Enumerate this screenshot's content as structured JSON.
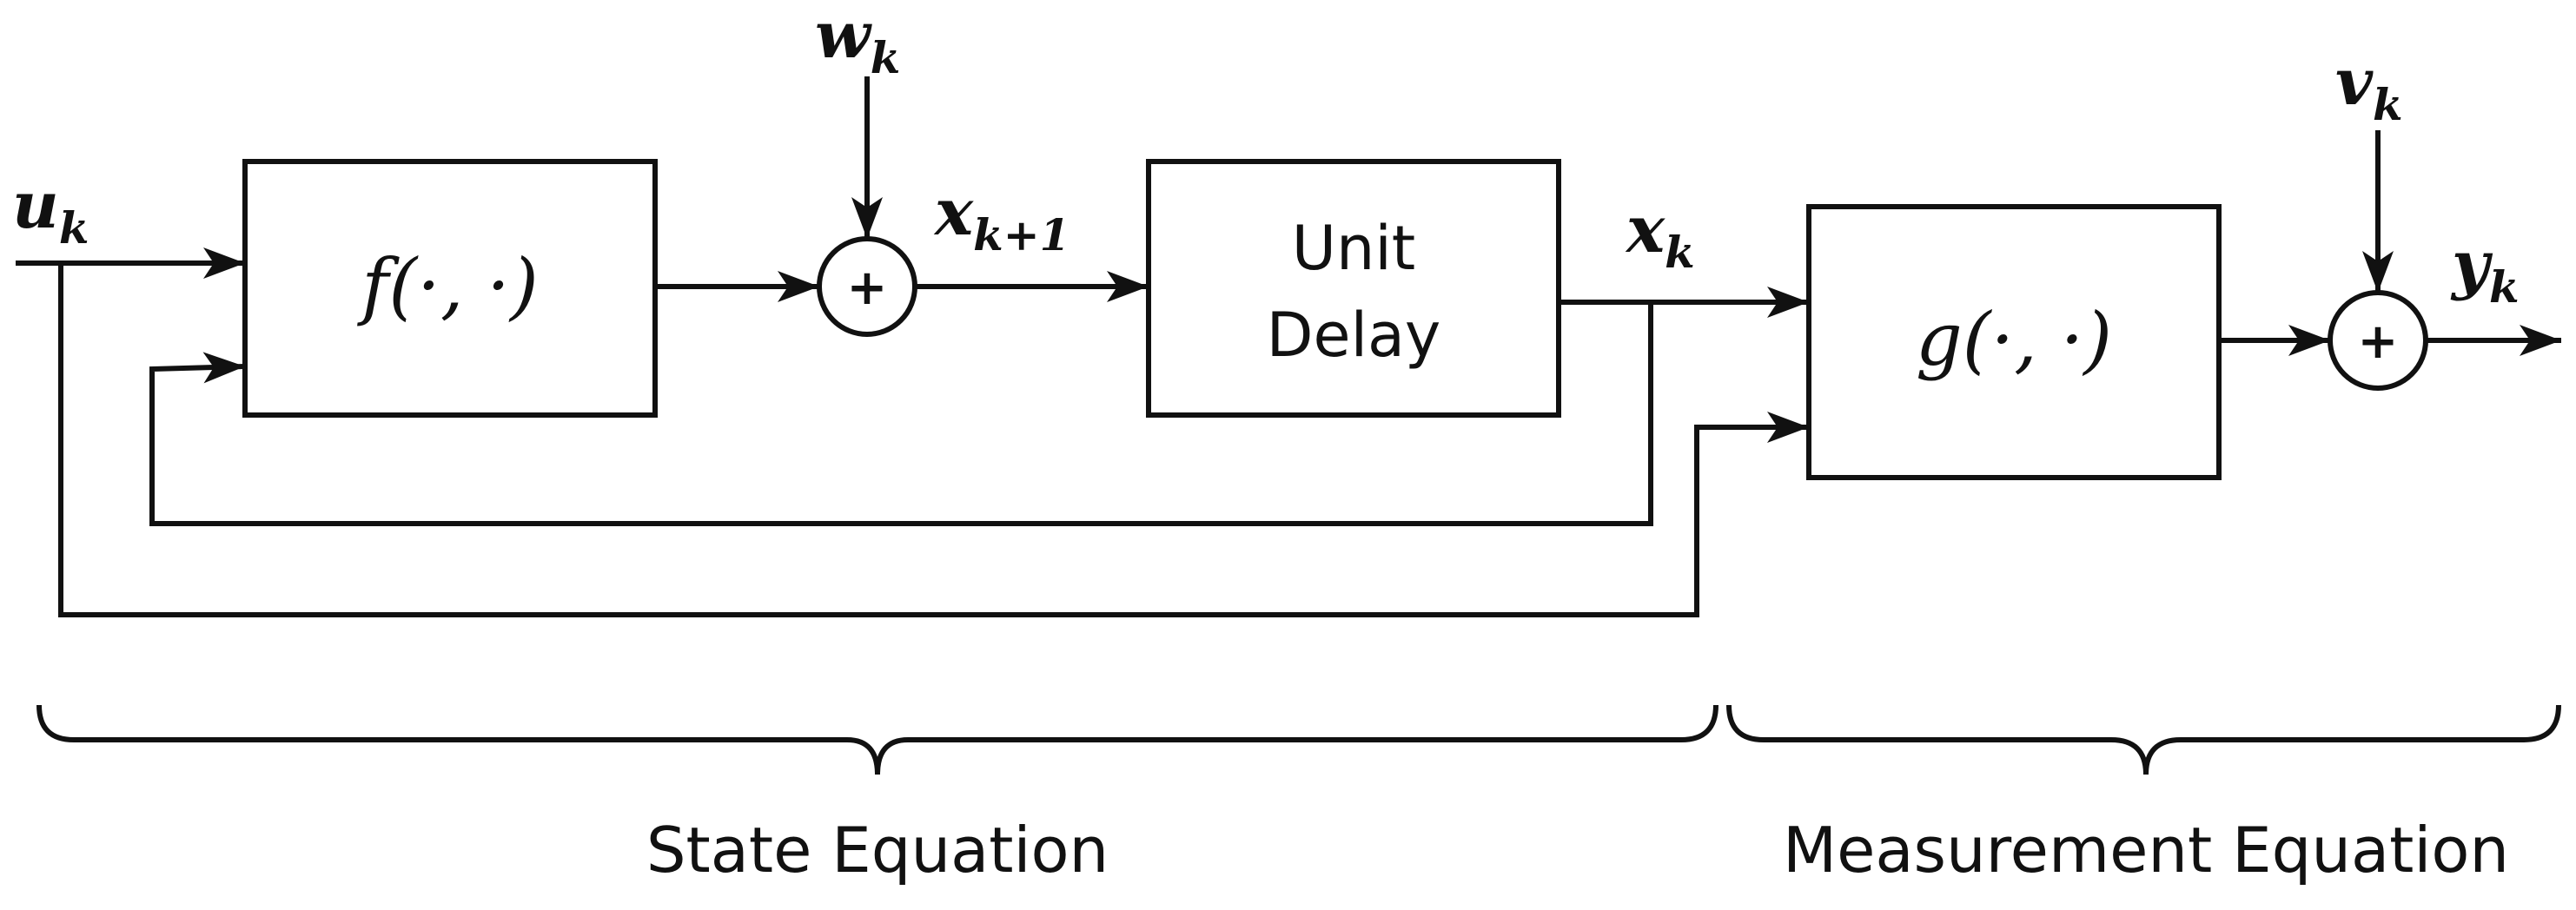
{
  "signals": {
    "u": {
      "base": "u",
      "sub": "k"
    },
    "w": {
      "base": "w",
      "sub": "k"
    },
    "x_next": {
      "base": "x",
      "sub": "k+1"
    },
    "x": {
      "base": "x",
      "sub": "k"
    },
    "v": {
      "base": "v",
      "sub": "k"
    },
    "y": {
      "base": "y",
      "sub": "k"
    }
  },
  "blocks": {
    "f": {
      "label": "f(·, ·)"
    },
    "delay": {
      "line1": "Unit",
      "line2": "Delay"
    },
    "g": {
      "label": "g(·, ·)"
    }
  },
  "summing_symbol": "+",
  "sections": {
    "state": "State Equation",
    "measurement": "Measurement Equation"
  },
  "colors": {
    "stroke": "#111111",
    "background": "#ffffff"
  }
}
